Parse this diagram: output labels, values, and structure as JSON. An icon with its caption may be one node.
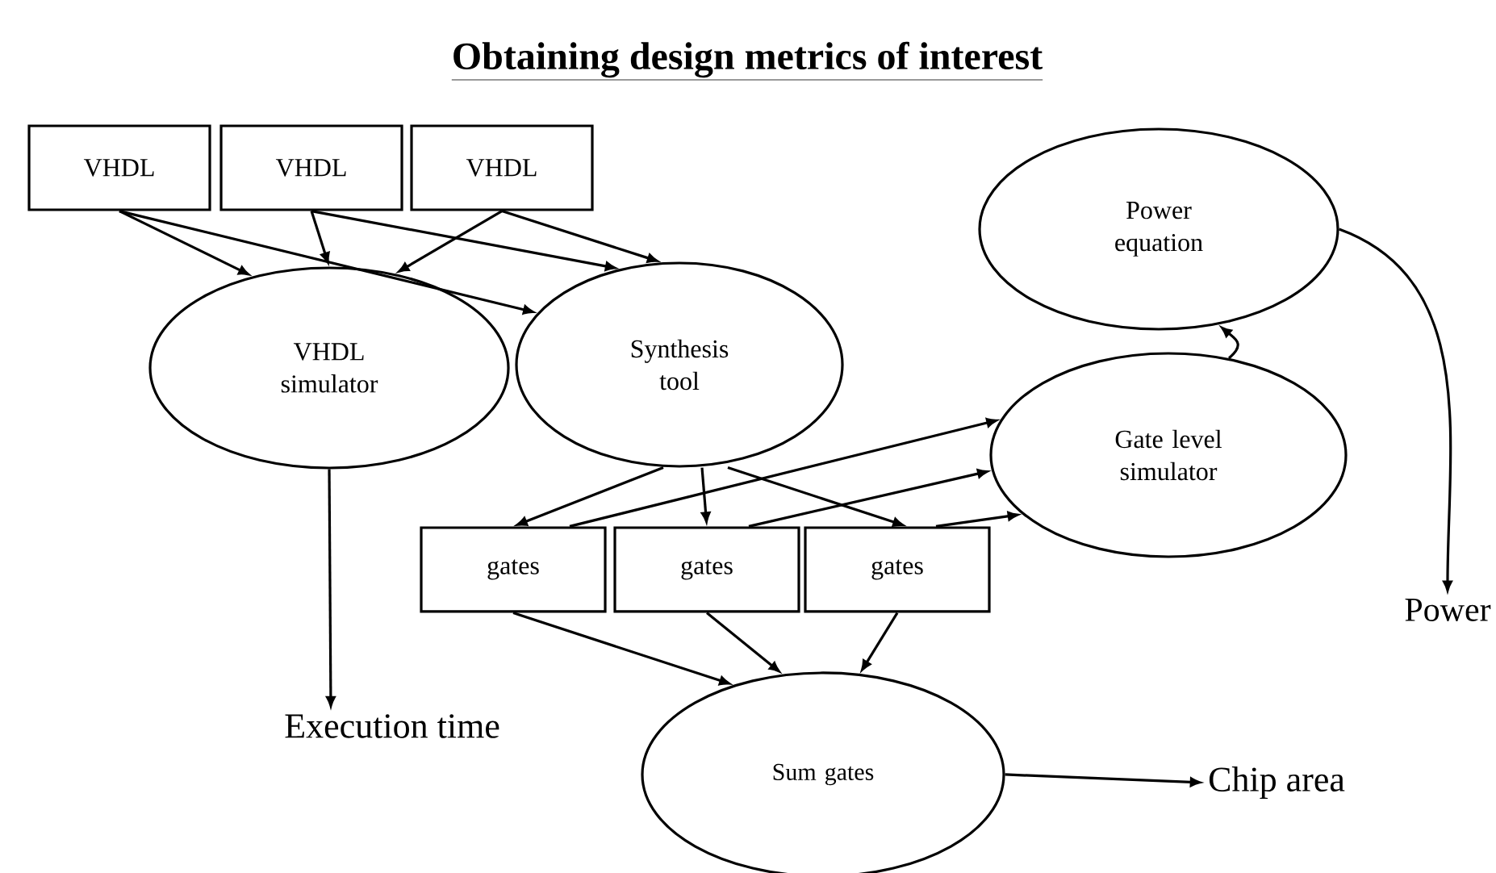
{
  "diagram": {
    "title": "Obtaining design metrics of interest",
    "nodes": [
      {
        "text": [
          "VHDL"
        ]
      },
      {
        "text": [
          "VHDL"
        ]
      },
      {
        "text": [
          "VHDL"
        ]
      },
      {
        "text": [
          "VHDL simulator"
        ]
      },
      {
        "text": [
          "Synthesis tool"
        ]
      },
      {
        "text": [
          "Power equation"
        ]
      },
      {
        "text": [
          "Gate level simulator"
        ]
      },
      {
        "text": [
          "gates"
        ]
      },
      {
        "text": [
          "gates"
        ]
      },
      {
        "text": [
          "gates"
        ]
      },
      {
        "text": [
          "Sum gates"
        ]
      },
      {
        "text": [
          "Execution time"
        ]
      },
      {
        "text": [
          "Chip area"
        ]
      },
      {
        "text": [
          "Power"
        ]
      }
    ],
    "edges": [
      {
        "from": 0,
        "to": 3,
        "arrow": "to"
      },
      {
        "from": 0,
        "to": 4,
        "arrow": "to"
      },
      {
        "from": 1,
        "to": 3,
        "arrow": "to"
      },
      {
        "from": 1,
        "to": 4,
        "arrow": "to"
      },
      {
        "from": 2,
        "to": 3,
        "arrow": "to"
      },
      {
        "from": 2,
        "to": 4,
        "arrow": "to"
      },
      {
        "from": 4,
        "to": 7,
        "arrow": "to"
      },
      {
        "from": 4,
        "to": 8,
        "arrow": "to"
      },
      {
        "from": 4,
        "to": 9,
        "arrow": "to"
      },
      {
        "from": 7,
        "to": 6,
        "arrow": "to"
      },
      {
        "from": 8,
        "to": 6,
        "arrow": "to"
      },
      {
        "from": 9,
        "to": 6,
        "arrow": "to"
      },
      {
        "from": 6,
        "to": 5,
        "arrow": "to"
      },
      {
        "from": 5,
        "to": 13,
        "arrow": "to"
      },
      {
        "from": 3,
        "to": 11,
        "arrow": "to"
      },
      {
        "from": 7,
        "to": 10,
        "arrow": "to"
      },
      {
        "from": 8,
        "to": 10,
        "arrow": "to"
      },
      {
        "from": 9,
        "to": 10,
        "arrow": "to"
      },
      {
        "from": 10,
        "to": 12,
        "arrow": "to"
      }
    ]
  }
}
